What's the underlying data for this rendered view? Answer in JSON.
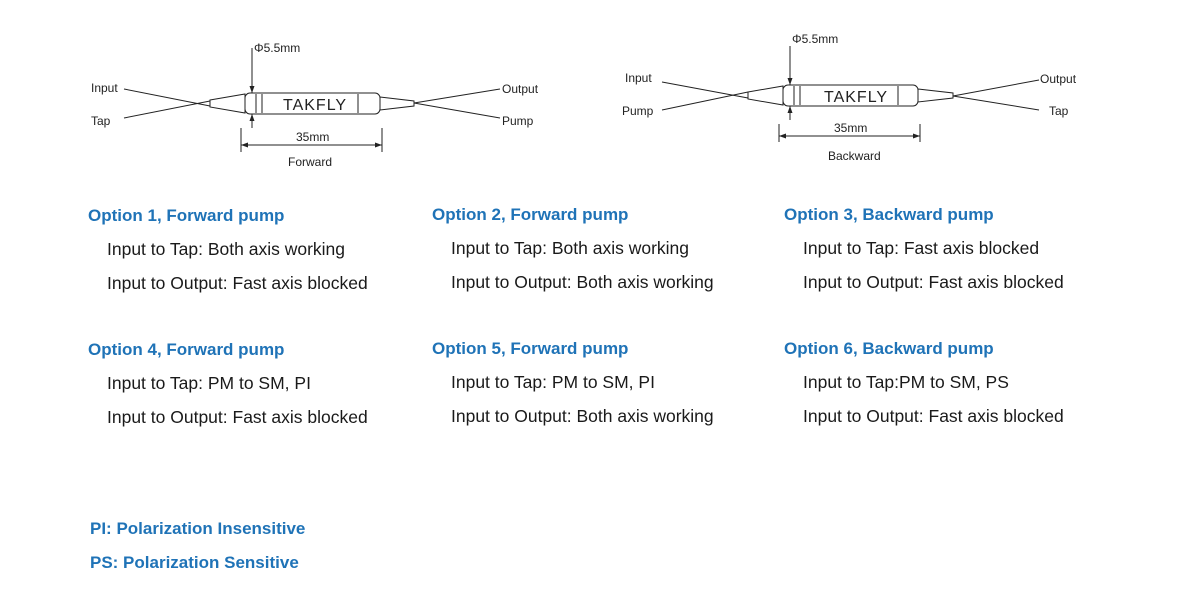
{
  "diagram_forward": {
    "diameter_label": "Φ5.5mm",
    "brand_label": "TAKFLY",
    "length_label": "35mm",
    "caption": "Forward",
    "ports": {
      "left_top": "Input",
      "left_bottom": "Tap",
      "right_top": "Output",
      "right_bottom": "Pump"
    }
  },
  "diagram_backward": {
    "diameter_label": "Φ5.5mm",
    "brand_label": "TAKFLY",
    "length_label": "35mm",
    "caption": "Backward",
    "ports": {
      "left_top": "Input",
      "left_bottom": "Pump",
      "right_top": "Output",
      "right_bottom": "Tap"
    }
  },
  "options": [
    {
      "title": "Option 1, Forward pump",
      "tap": "Input to Tap: Both axis working",
      "output": "Input to Output: Fast axis blocked"
    },
    {
      "title": "Option 2, Forward pump",
      "tap": "Input to Tap: Both axis working",
      "output": "Input to Output: Both axis working"
    },
    {
      "title": "Option 3, Backward pump",
      "tap": "Input to Tap: Fast axis blocked",
      "output": "Input to Output: Fast axis blocked"
    },
    {
      "title": "Option 4, Forward pump",
      "tap": "Input to Tap: PM to SM, PI",
      "output": "Input to Output: Fast axis blocked"
    },
    {
      "title": "Option 5, Forward pump",
      "tap": "Input to Tap: PM to SM, PI",
      "output": "Input to Output: Both axis working"
    },
    {
      "title": "Option 6, Backward pump",
      "tap": "Input to Tap:PM to SM, PS",
      "output": "Input to Output: Fast axis blocked"
    }
  ],
  "legend": {
    "pi": "PI: Polarization Insensitive",
    "ps": "PS: Polarization Sensitive"
  },
  "colors": {
    "heading": "#1f73b7",
    "body_text": "#1a1a1a",
    "drawing": "#222222"
  }
}
